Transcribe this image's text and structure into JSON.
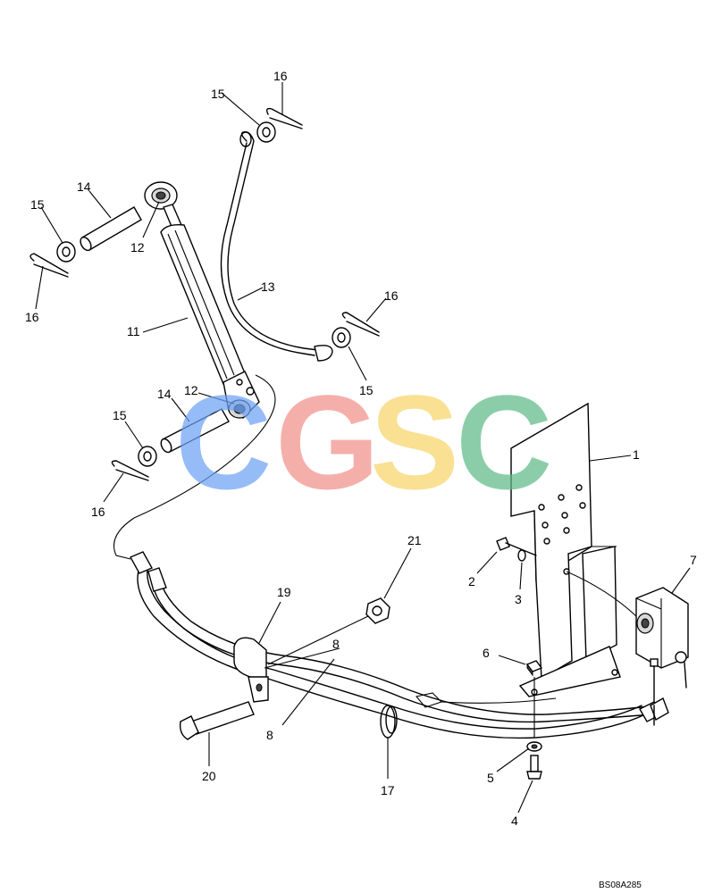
{
  "watermark": {
    "letters": [
      {
        "char": "C",
        "color": "#6fa3f5"
      },
      {
        "char": "G",
        "color": "#f2918a"
      },
      {
        "char": "S",
        "color": "#f7d56a"
      },
      {
        "char": "C",
        "color": "#5fba87"
      }
    ]
  },
  "callouts": {
    "c1": "1",
    "c2": "2",
    "c3": "3",
    "c4": "4",
    "c5": "5",
    "c6": "6",
    "c7": "7",
    "c8a": "8",
    "c8b": "8",
    "c11": "11",
    "c12a": "12",
    "c12b": "12",
    "c13": "13",
    "c14a": "14",
    "c14b": "14",
    "c15a": "15",
    "c15b": "15",
    "c15c": "15",
    "c15d": "15",
    "c16a": "16",
    "c16b": "16",
    "c16c": "16",
    "c16d": "16",
    "c17": "17",
    "c19": "19",
    "c20": "20",
    "c21": "21"
  },
  "drawing_code": "BS08A285"
}
